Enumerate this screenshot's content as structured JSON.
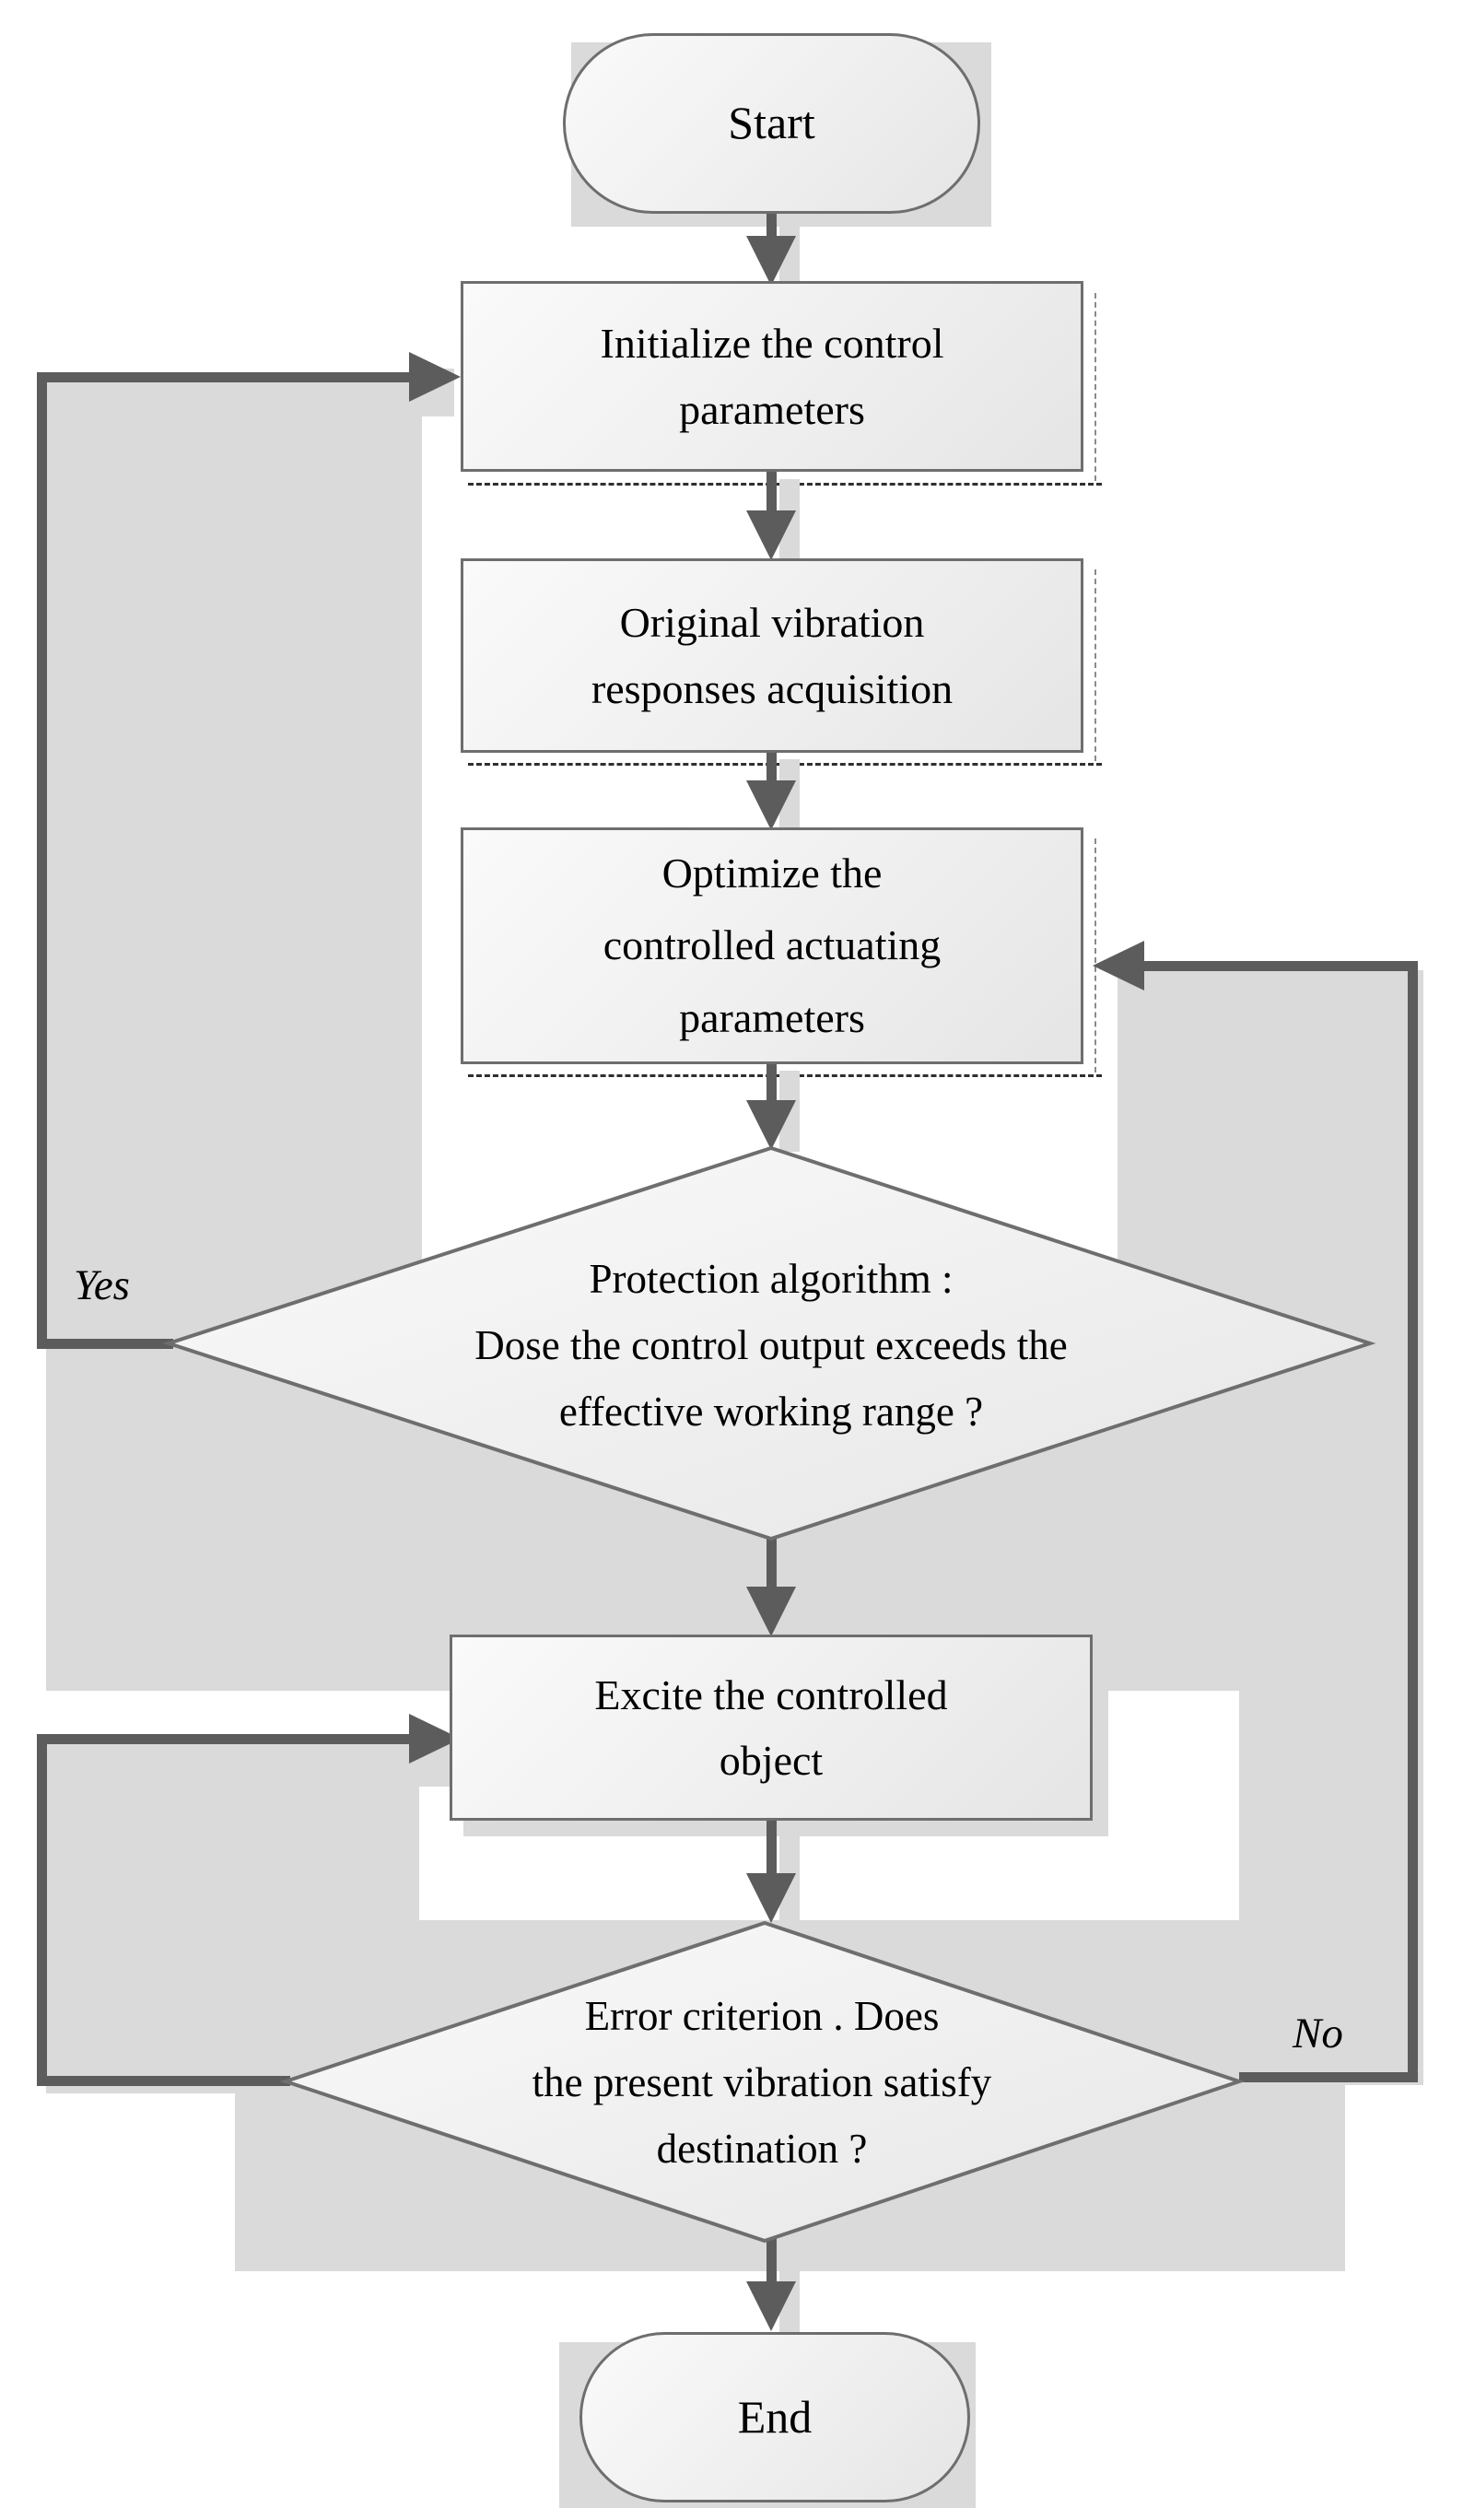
{
  "diagram": {
    "type": "flowchart",
    "nodes": {
      "start": {
        "label": "Start"
      },
      "initialize": {
        "lines": [
          "Initialize the control",
          "parameters"
        ]
      },
      "acquire": {
        "lines": [
          "Original vibration",
          "responses acquisition"
        ]
      },
      "optimize": {
        "lines": [
          "Optimize the",
          "controlled actuating",
          "parameters"
        ]
      },
      "protection": {
        "lines": [
          "Protection algorithm :",
          "Dose the control output exceeds the",
          "effective working range ?"
        ]
      },
      "excite": {
        "lines": [
          "Excite the controlled",
          "object"
        ]
      },
      "error": {
        "lines": [
          "Error criterion . Does",
          "the present vibration satisfy",
          "destination ?"
        ]
      },
      "end": {
        "label": "End"
      }
    },
    "edge_labels": {
      "yes": "Yes",
      "no": "No"
    },
    "colors": {
      "connector": "#5c5c5c",
      "shape_border": "#6e6e6e",
      "shape_fill_light": "#fafafa",
      "shape_fill_dark": "#e5e5e5",
      "shadow": "#dadada",
      "text": "#000000"
    }
  }
}
